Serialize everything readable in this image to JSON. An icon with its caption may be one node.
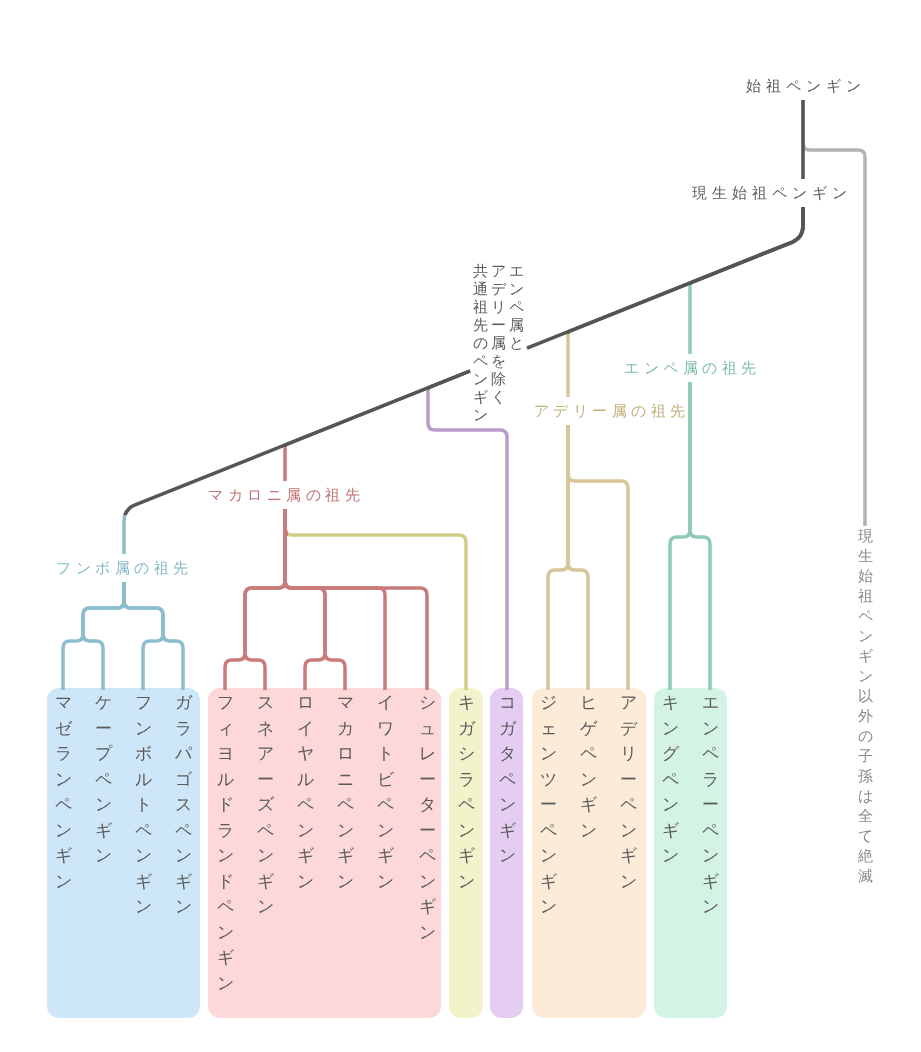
{
  "diagram": {
    "nodes": [
      {
        "text": [
          "始祖ペンギン"
        ]
      },
      {
        "text": [
          "現生始祖ペンギン"
        ]
      },
      {
        "text": [
          "エンペ属とアデリー属を除く共通祖先のペンギン"
        ]
      },
      {
        "text": [
          "エンペ属の祖先"
        ]
      },
      {
        "text": [
          "アデリー属の祖先"
        ]
      },
      {
        "text": [
          "マカロニ属の祖先"
        ]
      },
      {
        "text": [
          "フンボ属の祖先"
        ]
      },
      {
        "text": [
          "現生始祖ペンギン以外の子孫は全て絶滅"
        ]
      },
      {
        "text": [],
        "shape": "box"
      },
      {
        "text": [
          "マゼランペンギン"
        ],
        "in": 8
      },
      {
        "text": [
          "ケープペンギン"
        ],
        "in": 8
      },
      {
        "text": [
          "フンボルトペンギン"
        ],
        "in": 8
      },
      {
        "text": [
          "ガラパゴスペンギン"
        ],
        "in": 8
      },
      {
        "text": [],
        "shape": "box"
      },
      {
        "text": [
          "フィヨルドランドペンギン"
        ],
        "in": 13
      },
      {
        "text": [
          "スネアーズペンギン"
        ],
        "in": 13
      },
      {
        "text": [
          "ロイヤルペンギン"
        ],
        "in": 13
      },
      {
        "text": [
          "マカロニペンギン"
        ],
        "in": 13
      },
      {
        "text": [
          "イワトビペンギン"
        ],
        "in": 13
      },
      {
        "text": [
          "シュレーターペンギン"
        ],
        "in": 13
      },
      {
        "text": [],
        "shape": "box"
      },
      {
        "text": [
          "キガシラペンギン"
        ],
        "in": 20
      },
      {
        "text": [],
        "shape": "box"
      },
      {
        "text": [
          "コガタペンギン"
        ],
        "in": 22
      },
      {
        "text": [],
        "shape": "box"
      },
      {
        "text": [
          "ジェンツーペンギン"
        ],
        "in": 24
      },
      {
        "text": [
          "ヒゲペンギン"
        ],
        "in": 24
      },
      {
        "text": [
          "アデリーペンギン"
        ],
        "in": 24
      },
      {
        "text": [],
        "shape": "box"
      },
      {
        "text": [
          "キングペンギン"
        ],
        "in": 28
      },
      {
        "text": [
          "エンペラーペンギン"
        ],
        "in": 28
      }
    ],
    "edges": [
      {
        "from": 0,
        "to": 1,
        "arrow": "none",
        "color": "#555555"
      },
      {
        "from": 0,
        "to": 7,
        "arrow": "none",
        "color": "#b3b3b3"
      },
      {
        "from": 1,
        "to": 2,
        "arrow": "none",
        "color": "#555555"
      },
      {
        "from": 1,
        "to": 3,
        "arrow": "none",
        "color": "#8fcbb6"
      },
      {
        "from": 1,
        "to": 4,
        "arrow": "none",
        "color": "#d4c697"
      },
      {
        "from": 2,
        "to": 23,
        "arrow": "none",
        "color": "#b79cc8"
      },
      {
        "from": 2,
        "to": 5,
        "arrow": "none"
      },
      {
        "from": 2,
        "to": 6,
        "arrow": "none",
        "color": "#8cbdcd"
      },
      {
        "from": 3,
        "to": 29,
        "arrow": "none",
        "color": "#8fcbb6"
      },
      {
        "from": 3,
        "to": 30,
        "arrow": "none",
        "color": "#8fcbb6"
      },
      {
        "from": 4,
        "to": 25,
        "arrow": "none",
        "color": "#d4c697"
      },
      {
        "from": 4,
        "to": 26,
        "arrow": "none",
        "color": "#d4c697"
      },
      {
        "from": 4,
        "to": 27,
        "arrow": "none",
        "color": "#d4c697"
      },
      {
        "from": 5,
        "to": 21,
        "arrow": "none",
        "color": "#cfcd88"
      },
      {
        "from": 5,
        "to": 14,
        "arrow": "none"
      },
      {
        "from": 5,
        "to": 15,
        "arrow": "none"
      },
      {
        "from": 5,
        "to": 16,
        "arrow": "none"
      },
      {
        "from": 5,
        "to": 17,
        "arrow": "none"
      },
      {
        "from": 5,
        "to": 18,
        "arrow": "none"
      },
      {
        "from": 5,
        "to": 19,
        "arrow": "none"
      },
      {
        "from": 6,
        "to": 9,
        "arrow": "none",
        "color": "#8cbdcd"
      },
      {
        "from": 6,
        "to": 10,
        "arrow": "none",
        "color": "#8cbdcd"
      },
      {
        "from": 6,
        "to": 11,
        "arrow": "none",
        "color": "#8cbdcd"
      },
      {
        "from": 6,
        "to": 12,
        "arrow": "none",
        "color": "#8cbdcd"
      }
    ]
  }
}
